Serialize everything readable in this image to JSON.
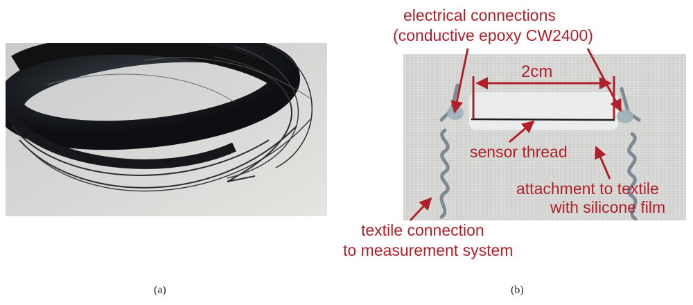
{
  "captions": {
    "a": "(a)",
    "b": "(b)"
  },
  "annotations": {
    "electrical_line1": "electrical connections",
    "electrical_line2": "(conductive epoxy CW2400)",
    "distance": "2cm",
    "sensor_thread": "sensor thread",
    "attachment_line1": "attachment to textile",
    "attachment_line2": "with silicone film",
    "textile_line1": "textile connection",
    "textile_line2": "to measurement system"
  },
  "colors": {
    "annotation": "#b0202a",
    "background_textile": "#d6d6d2",
    "thread": "#1a1c20"
  }
}
